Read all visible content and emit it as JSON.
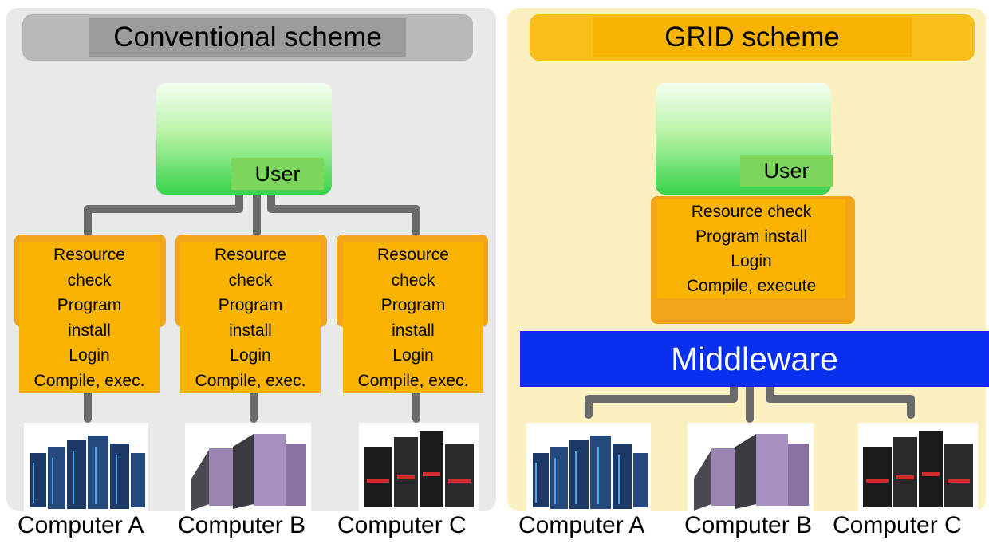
{
  "left_panel": {
    "title": "Conventional scheme",
    "user_label": "User",
    "tasks": [
      "Resource",
      "check",
      "Program",
      "install",
      "Login",
      "Compile, exec."
    ],
    "computers": [
      "Computer A",
      "Computer B",
      "Computer C"
    ]
  },
  "right_panel": {
    "title": "GRID scheme",
    "user_label": "User",
    "tasks": [
      "Resource check",
      "Program install",
      "Login",
      "Compile, execute"
    ],
    "middleware": "Middleware",
    "computers": [
      "Computer A",
      "Computer B",
      "Computer C"
    ]
  },
  "colors": {
    "left_bg": "#e9e9e9",
    "right_bg": "#fbf1c0",
    "task_orange": "#f8b400",
    "middleware_blue": "#0830ee",
    "user_green": "#36d34a"
  }
}
